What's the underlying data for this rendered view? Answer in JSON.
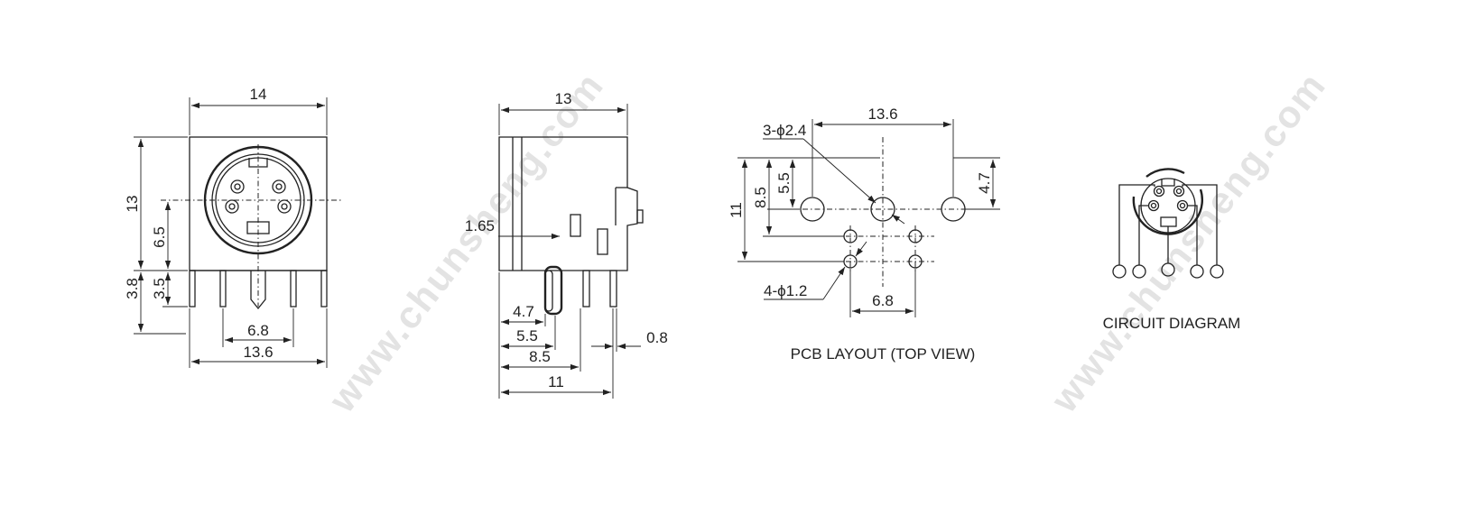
{
  "watermarks": [
    "www.chunsheng.com",
    "www.chunsheng.com"
  ],
  "front_view": {
    "width": "14",
    "height": "13",
    "v_6_5": "6.5",
    "v_3_8": "3.8",
    "v_3_5": "3.5",
    "pitch_inner": "6.8",
    "pitch_outer": "13.6"
  },
  "side_view": {
    "depth": "13",
    "d_1_65": "1.65",
    "d_4_7": "4.7",
    "d_5_5": "5.5",
    "d_8_5": "8.5",
    "d_11": "11",
    "d_0_8": "0.8"
  },
  "pcb_layout": {
    "caption": "PCB LAYOUT (TOP VIEW)",
    "span": "13.6",
    "big_holes": "3-ϕ2.4",
    "small_holes": "4-ϕ1.2",
    "h_4_7": "4.7",
    "h_5_5": "5.5",
    "h_8_5": "8.5",
    "h_11": "11",
    "pitch": "6.8"
  },
  "circuit": {
    "caption": "CIRCUIT DIAGRAM"
  }
}
